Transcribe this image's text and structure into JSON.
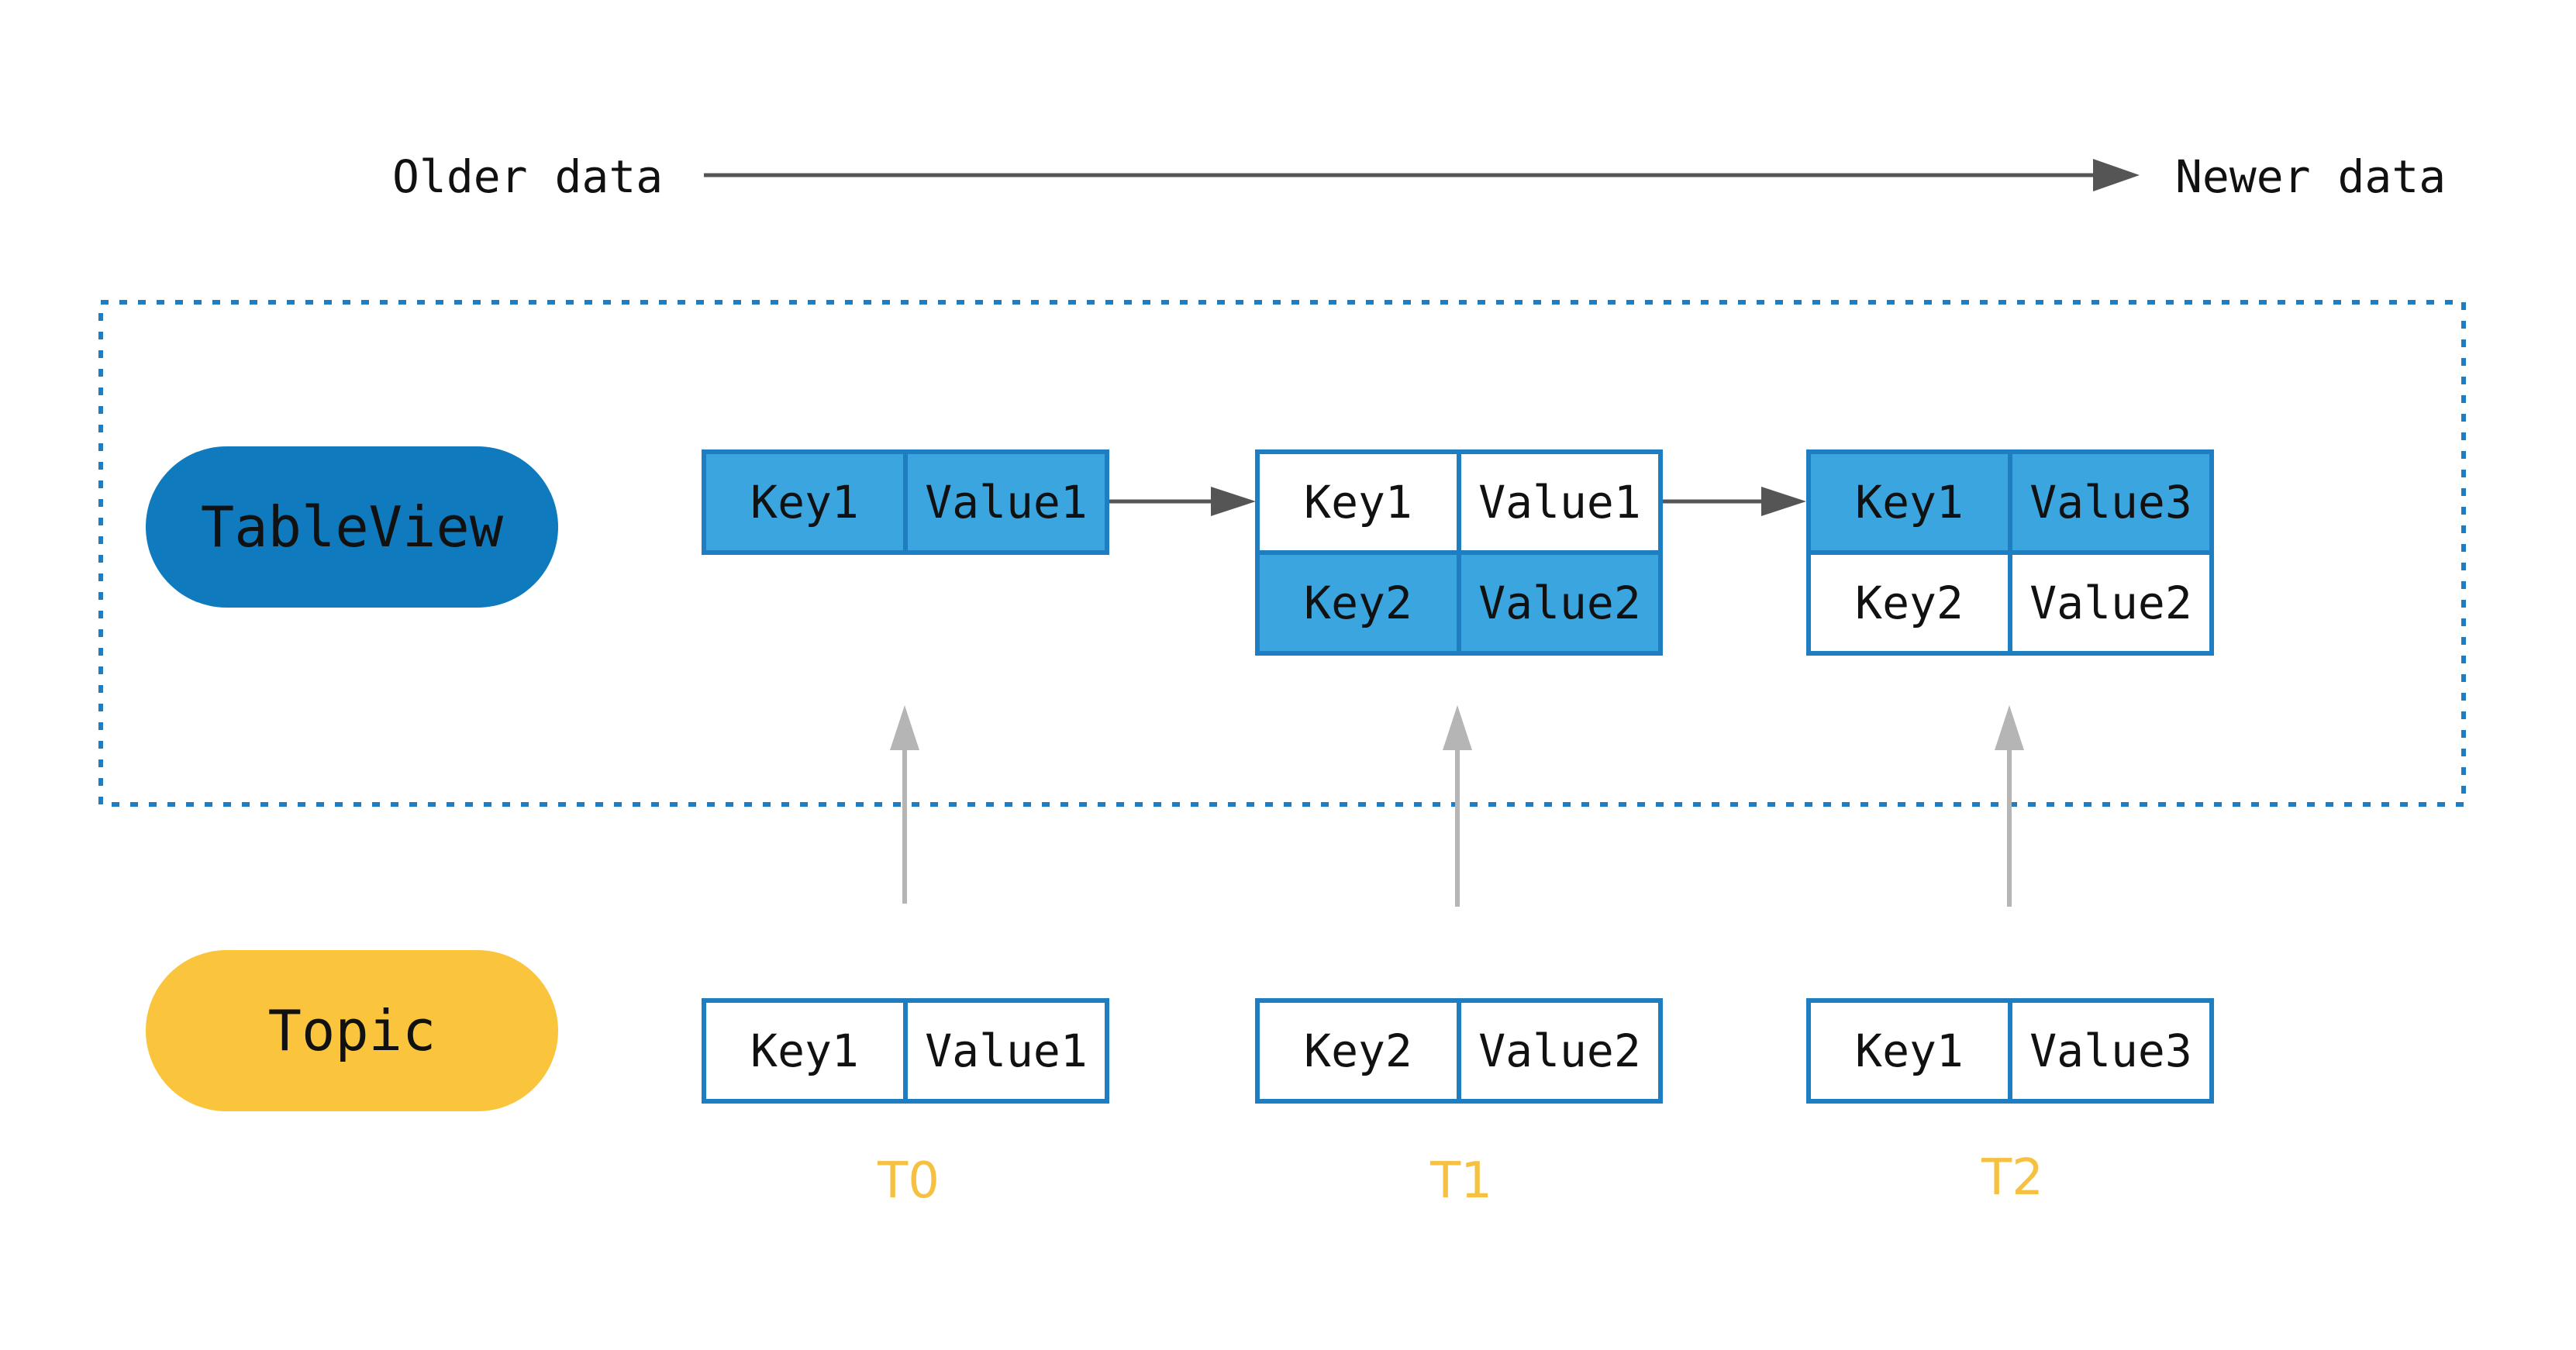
{
  "axis": {
    "start_label": "Older data",
    "end_label": "Newer data"
  },
  "colors": {
    "tableview_pill": "#0f7abd",
    "topic_pill": "#fac53c",
    "cell_highlight": "#3aa5df",
    "cell_border": "#1f7ec1",
    "dotted_border": "#1f7ec1",
    "time_label": "#f6c041",
    "timeline_arrow": "#555555",
    "update_arrow": "#b5b5b5"
  },
  "rows": {
    "tableview_label": "TableView",
    "topic_label": "Topic"
  },
  "tableview_states": [
    {
      "rows": [
        {
          "key": "Key1",
          "value": "Value1",
          "highlighted": true
        }
      ]
    },
    {
      "rows": [
        {
          "key": "Key1",
          "value": "Value1",
          "highlighted": false
        },
        {
          "key": "Key2",
          "value": "Value2",
          "highlighted": true
        }
      ]
    },
    {
      "rows": [
        {
          "key": "Key1",
          "value": "Value3",
          "highlighted": true
        },
        {
          "key": "Key2",
          "value": "Value2",
          "highlighted": false
        }
      ]
    }
  ],
  "topic_messages": [
    {
      "key": "Key1",
      "value": "Value1",
      "time": "T0"
    },
    {
      "key": "Key2",
      "value": "Value2",
      "time": "T1"
    },
    {
      "key": "Key1",
      "value": "Value3",
      "time": "T2"
    }
  ]
}
